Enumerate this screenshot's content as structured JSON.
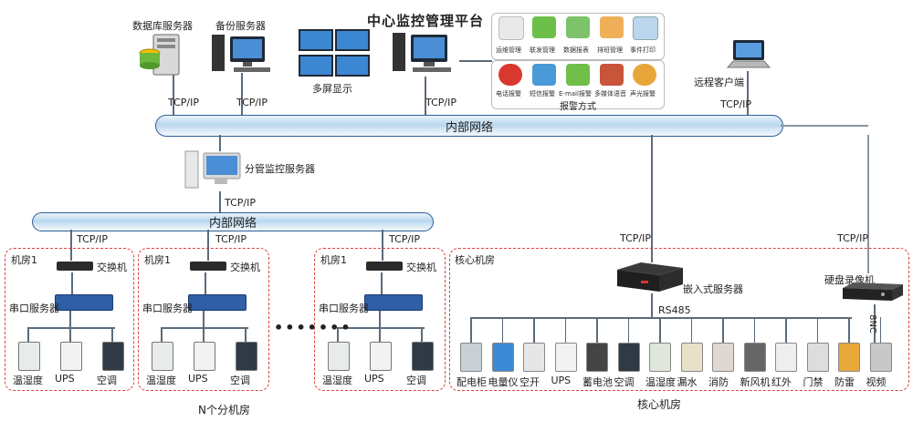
{
  "center": {
    "title": "中心监控管理平台",
    "db_server": "数据库服务器",
    "backup_server": "备份服务器",
    "multi_screen": "多屏显示",
    "remote_client": "远程客户端",
    "functions": [
      "运维管理",
      "联发管理",
      "数据报表",
      "排班管理",
      "事件打印"
    ],
    "alarm_methods": [
      "电话报警",
      "短信报警",
      "E-mail报警",
      "多媒体语音",
      "声光报警"
    ],
    "alarm_caption": "报警方式"
  },
  "protocol": "TCP/IP",
  "main_bus": "内部网络",
  "branch_server": "分管监控服务器",
  "sub_bus": "内部网络",
  "rooms": [
    {
      "name": "机房1",
      "switch": "交换机",
      "serial": "串口服务器",
      "devices": [
        "温湿度",
        "UPS",
        "空调"
      ]
    },
    {
      "name": "机房1",
      "switch": "交换机",
      "serial": "串口服务器",
      "devices": [
        "温湿度",
        "UPS",
        "空调"
      ]
    },
    {
      "name": "机房1",
      "switch": "交换机",
      "serial": "串口服务器",
      "devices": [
        "温湿度",
        "UPS",
        "空调"
      ]
    }
  ],
  "ellipsis": "•••••••",
  "n_rooms": "N个分机房",
  "core": {
    "name": "核心机房",
    "caption": "核心机房",
    "embedded_server": "嵌入式服务器",
    "rs485": "RS485",
    "dvr": "硬盘录像机",
    "video_line": "8NC",
    "devices": [
      "配电柜",
      "电量仪",
      "空开",
      "UPS",
      "蓄电池",
      "空调",
      "温湿度",
      "漏水",
      "消防",
      "新风机",
      "红外",
      "门禁",
      "防雷",
      "视频"
    ]
  },
  "colors": {
    "bus_border": "#2b5f97",
    "room_border": "#e0403a"
  }
}
